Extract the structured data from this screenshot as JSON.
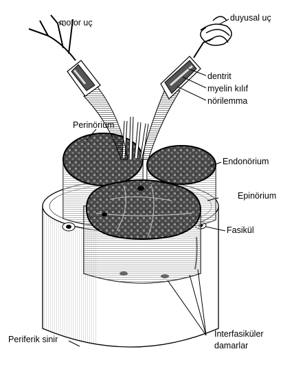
{
  "labels": {
    "motor": "motor uç",
    "sensory": "duyusal uç",
    "dendrite": "dentrit",
    "myelin": "myelin kılıf",
    "neurilemma": "nörilemma",
    "perineurium": "Perinörium",
    "endoneurium": "Endonörium",
    "epineurium": "Epinörium",
    "fascicle": "Fasikül",
    "interfascicular_1": "İnterfasiküler",
    "interfascicular_2": "damarlar",
    "peripheral_nerve": "Periferik sinir"
  },
  "colors": {
    "ink": "#000000",
    "paper": "#ffffff",
    "tissue": "#5a5a5a",
    "tissue_dark": "#2a2a2a"
  }
}
